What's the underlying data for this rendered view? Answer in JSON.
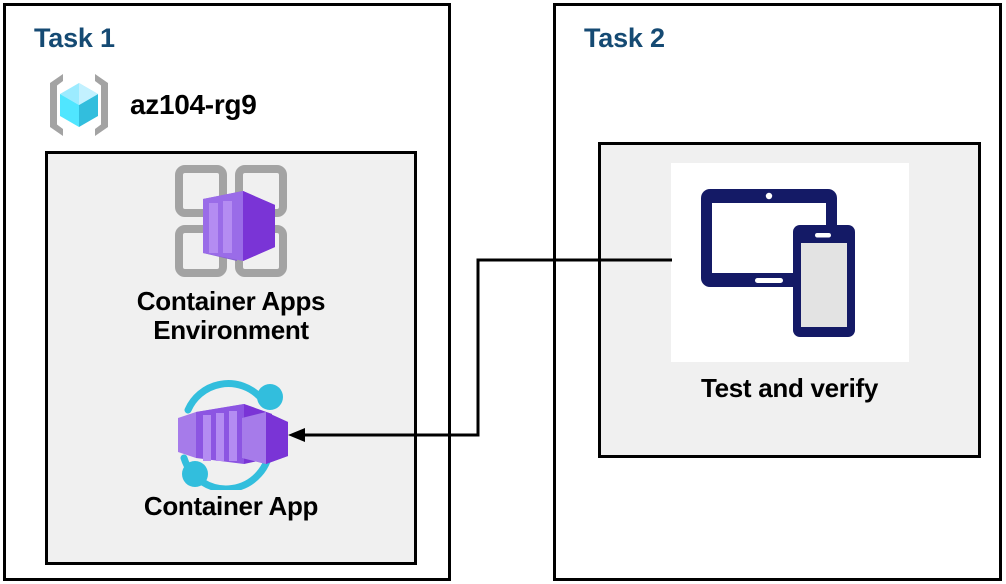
{
  "diagram": {
    "title_task1": "Task 1",
    "title_task2": "Task 2",
    "colors": {
      "task_title": "#154A73",
      "panel_border": "#000000",
      "inner_box_fill": "#f0f0f0",
      "container_purple": "#8661D1",
      "container_purple_dark": "#7A3FD6",
      "container_purple_light": "#A67BEA",
      "accent_cyan": "#32BEDD",
      "rg_bracket_gray": "#A3A3A3",
      "env_frame_gray": "#A3A3A3",
      "device_navy": "#141A66",
      "device_screen_gray": "#E3E3E3",
      "connector_line": "#000000",
      "page_background": "#ffffff"
    }
  },
  "task1": {
    "title": "Task 1",
    "resource_group": {
      "label": "az104-rg9",
      "icon": "azure-resource-group-icon"
    },
    "nodes": [
      {
        "id": "container-apps-environment",
        "label": "Container Apps\nEnvironment",
        "icon": "container-apps-environment-icon"
      },
      {
        "id": "container-app",
        "label": "Container App",
        "icon": "container-app-icon"
      }
    ]
  },
  "task2": {
    "title": "Task 2",
    "nodes": [
      {
        "id": "test-and-verify",
        "label": "Test and verify",
        "icon": "devices-tablet-phone-icon"
      }
    ]
  },
  "connector": {
    "from": "test-and-verify",
    "to": "container-app",
    "arrow_direction": "left",
    "style": "elbow"
  }
}
